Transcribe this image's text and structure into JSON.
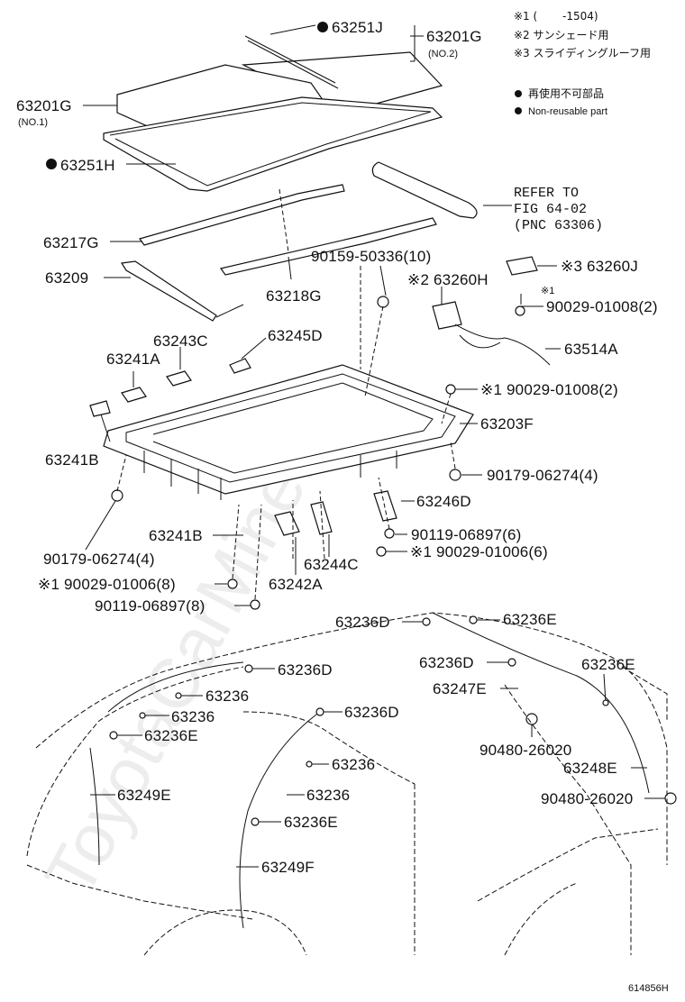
{
  "watermark": "ToyotaCarMine.ru",
  "figure_id": "614856H",
  "notes": {
    "n1": "※1 (　　 -1504)",
    "n2": "※2 サンシェード用",
    "n3": "※3 スライディングルーフ用",
    "legend1": "再使用不可部品",
    "legend2": "Non-reusable part"
  },
  "refer": {
    "line1": "REFER TO",
    "line2": "FIG 64-02",
    "line3": "(PNC 63306)"
  },
  "labels": {
    "p63251J": "63251J",
    "p63201G_top": "63201G",
    "no2": "(NO.2)",
    "p63201G_left": "63201G",
    "no1": "(NO.1)",
    "p63251H": "63251H",
    "p63217G": "63217G",
    "p63209": "63209",
    "p63218G": "63218G",
    "p90159": "90159-50336(10)",
    "p63260H": "※2 63260H",
    "p63260J": "※3 63260J",
    "star1_a": "※1",
    "p90029_a": "90029-01008(2)",
    "p63514A": "63514A",
    "p63243C": "63243C",
    "p63245D": "63245D",
    "p63241A": "63241A",
    "p90029_b": "※1 90029-01008(2)",
    "p63203F": "63203F",
    "p63241B_a": "63241B",
    "p90179_r": "90179-06274(4)",
    "p63246D": "63246D",
    "p90179_l": "90179-06274(4)",
    "p63241B_b": "63241B",
    "p90119_r": "90119-06897(6)",
    "p90029_c": "※1 90029-01006(6)",
    "p63244C": "63244C",
    "p63242A": "63242A",
    "p90029_d": "※1 90029-01006(8)",
    "p90119_l": "90119-06897(8)",
    "p63236D_a": "63236D",
    "p63236E_a": "63236E",
    "p63236D_b": "63236D",
    "p63236D_c": "63236D",
    "p63236E_b": "63236E",
    "p63236_a": "63236",
    "p63247E": "63247E",
    "p63236_b": "63236",
    "p63236D_d": "63236D",
    "p63236E_c": "63236E",
    "p90480_a": "90480-26020",
    "p63236_c": "63236",
    "p63248E": "63248E",
    "p63249E": "63249E",
    "p63236_d": "63236",
    "p90480_b": "90480-26020",
    "p63236E_d": "63236E",
    "p63249F": "63249F"
  }
}
